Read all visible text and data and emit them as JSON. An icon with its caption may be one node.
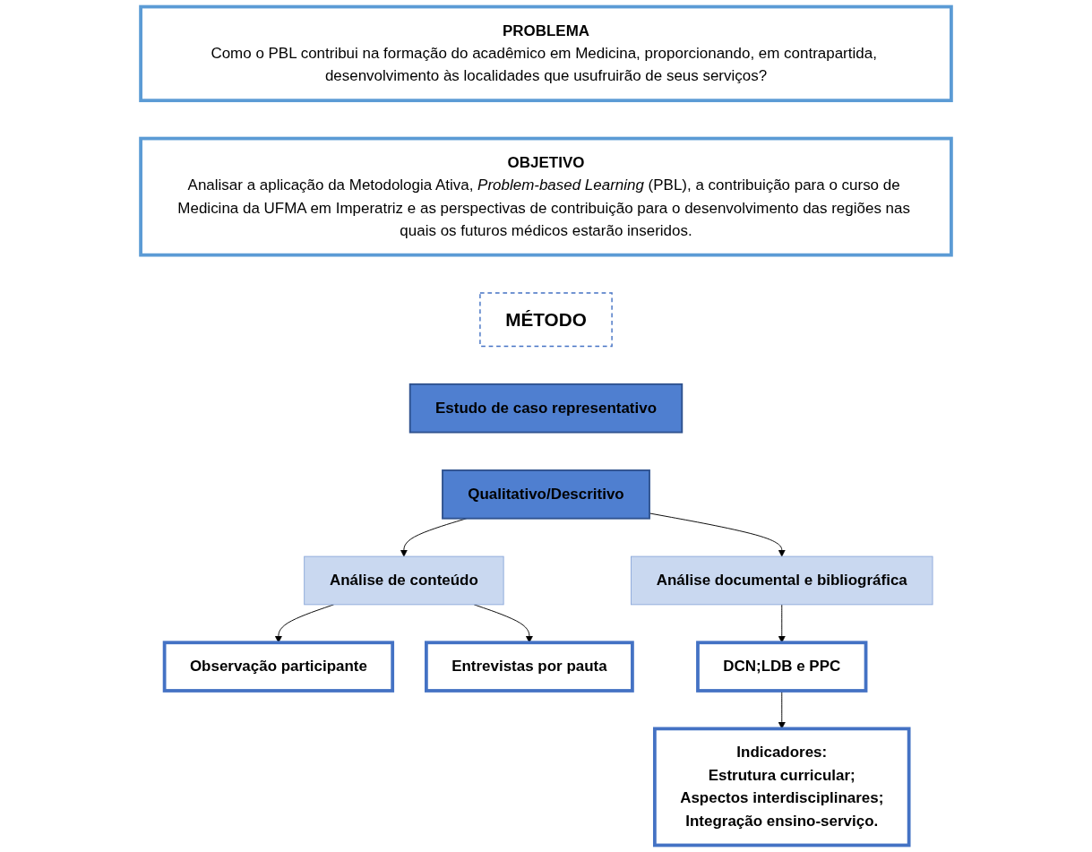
{
  "diagram": {
    "nodes": [
      {
        "text": [
          "PROBLEMA",
          "Como o PBL contribui na formação do acadêmico em Medicina, proporcionando, em contrapartida, desenvolvimento às localidades que usufruirão de seus serviços?"
        ]
      },
      {
        "text": [
          "OBJETIVO",
          "Analisar a aplicação da Metodologia Ativa, *Problem-based Learning* (PBL), a contribuição para o curso de Medicina da UFMA em Imperatriz e as perspectivas de contribuição para o desenvolvimento das regiões nas quais os futuros médicos estarão inseridos."
        ]
      },
      {
        "text": [
          "MÉTODO"
        ]
      },
      {
        "text": [
          "Estudo de caso representativo"
        ]
      },
      {
        "text": [
          "Qualitativo/Descritivo"
        ]
      },
      {
        "text": [
          "Observação participante"
        ]
      },
      {
        "text": [
          "Análise de conteúdo"
        ]
      },
      {
        "text": [
          "Análise documental e bibliográfica"
        ]
      },
      {
        "text": [
          "Entrevistas por pauta"
        ]
      },
      {
        "text": [
          "DCN;LDB e PPC"
        ]
      },
      {
        "text": [
          "Indicadores:",
          "Estrutura curricular;",
          "Aspectos interdisciplinares;",
          "Integração ensino-serviço."
        ]
      }
    ],
    "edges": [
      {
        "from": 4,
        "to": 7,
        "arrow": "to"
      },
      {
        "from": 4,
        "to": 6,
        "arrow": "to"
      },
      {
        "from": 6,
        "to": 5,
        "arrow": "to"
      },
      {
        "from": 6,
        "to": 8,
        "arrow": "to"
      },
      {
        "from": 7,
        "to": 9,
        "arrow": "to"
      },
      {
        "from": 9,
        "to": 10,
        "arrow": "to"
      }
    ]
  }
}
